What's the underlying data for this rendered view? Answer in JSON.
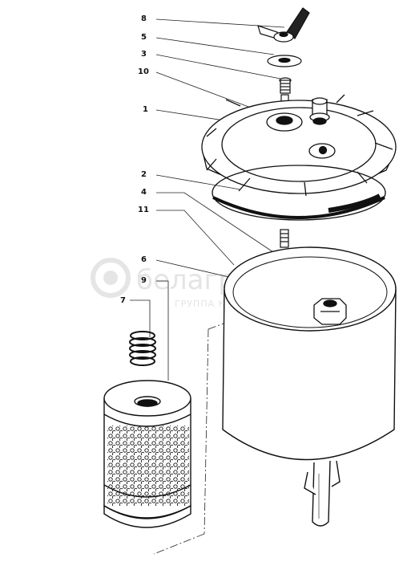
{
  "diagram": {
    "callouts": [
      {
        "id": "c8",
        "label": "8"
      },
      {
        "id": "c5",
        "label": "5"
      },
      {
        "id": "c3",
        "label": "3"
      },
      {
        "id": "c10",
        "label": "10"
      },
      {
        "id": "c1",
        "label": "1"
      },
      {
        "id": "c2",
        "label": "2"
      },
      {
        "id": "c4",
        "label": "4"
      },
      {
        "id": "c11",
        "label": "11"
      },
      {
        "id": "c6",
        "label": "6"
      },
      {
        "id": "c9",
        "label": "9"
      },
      {
        "id": "c7",
        "label": "7"
      }
    ],
    "watermark": {
      "brand": "белагро",
      "tagline": "ГРУППА КОМПАНИЙ"
    }
  }
}
